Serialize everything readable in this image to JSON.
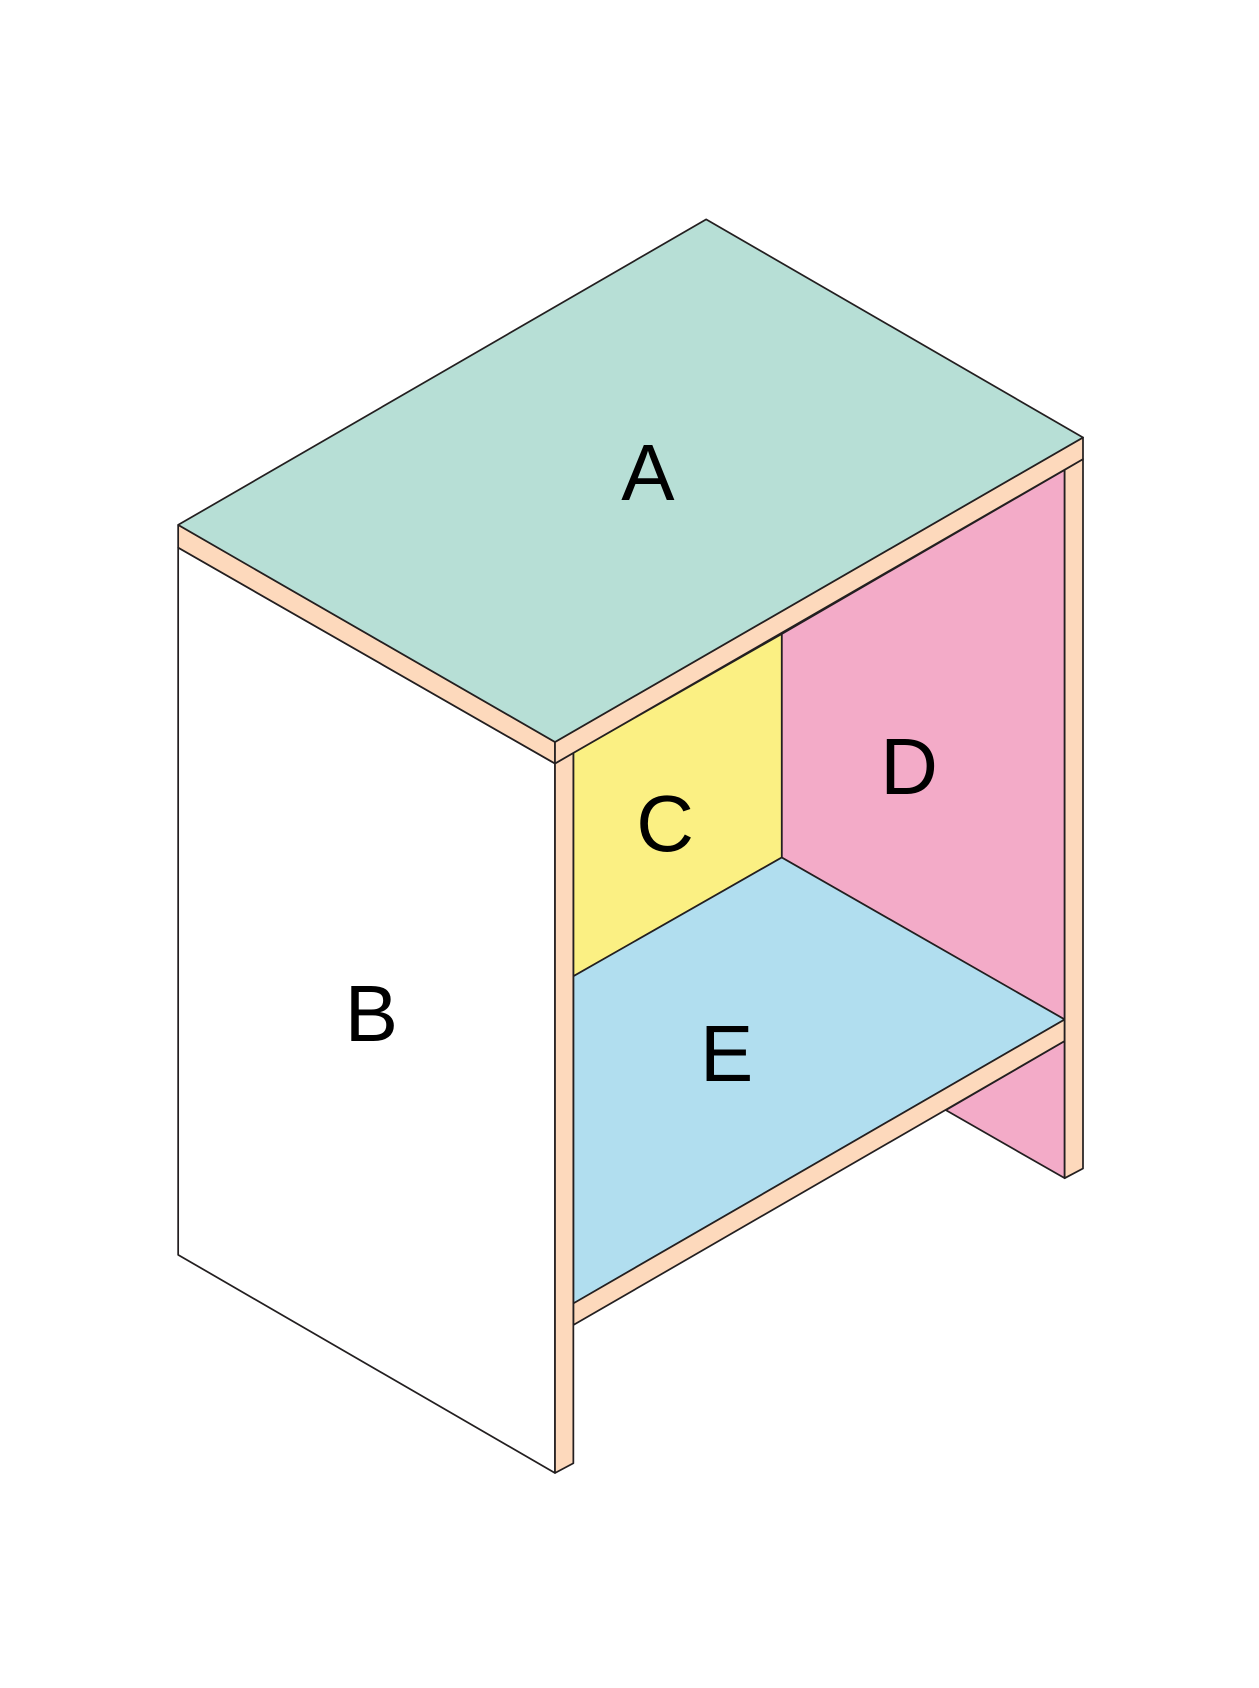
{
  "labels": {
    "a": "A",
    "b": "B",
    "c": "C",
    "d": "D",
    "e": "E"
  },
  "colors": {
    "top_a": "#b7dfd6",
    "side_b": "#ffffff",
    "back_c": "#fbf083",
    "side_d": "#f3abc8",
    "shelf_e": "#b1deef",
    "edge": "#fdd9bc",
    "outline": "#231f20"
  }
}
